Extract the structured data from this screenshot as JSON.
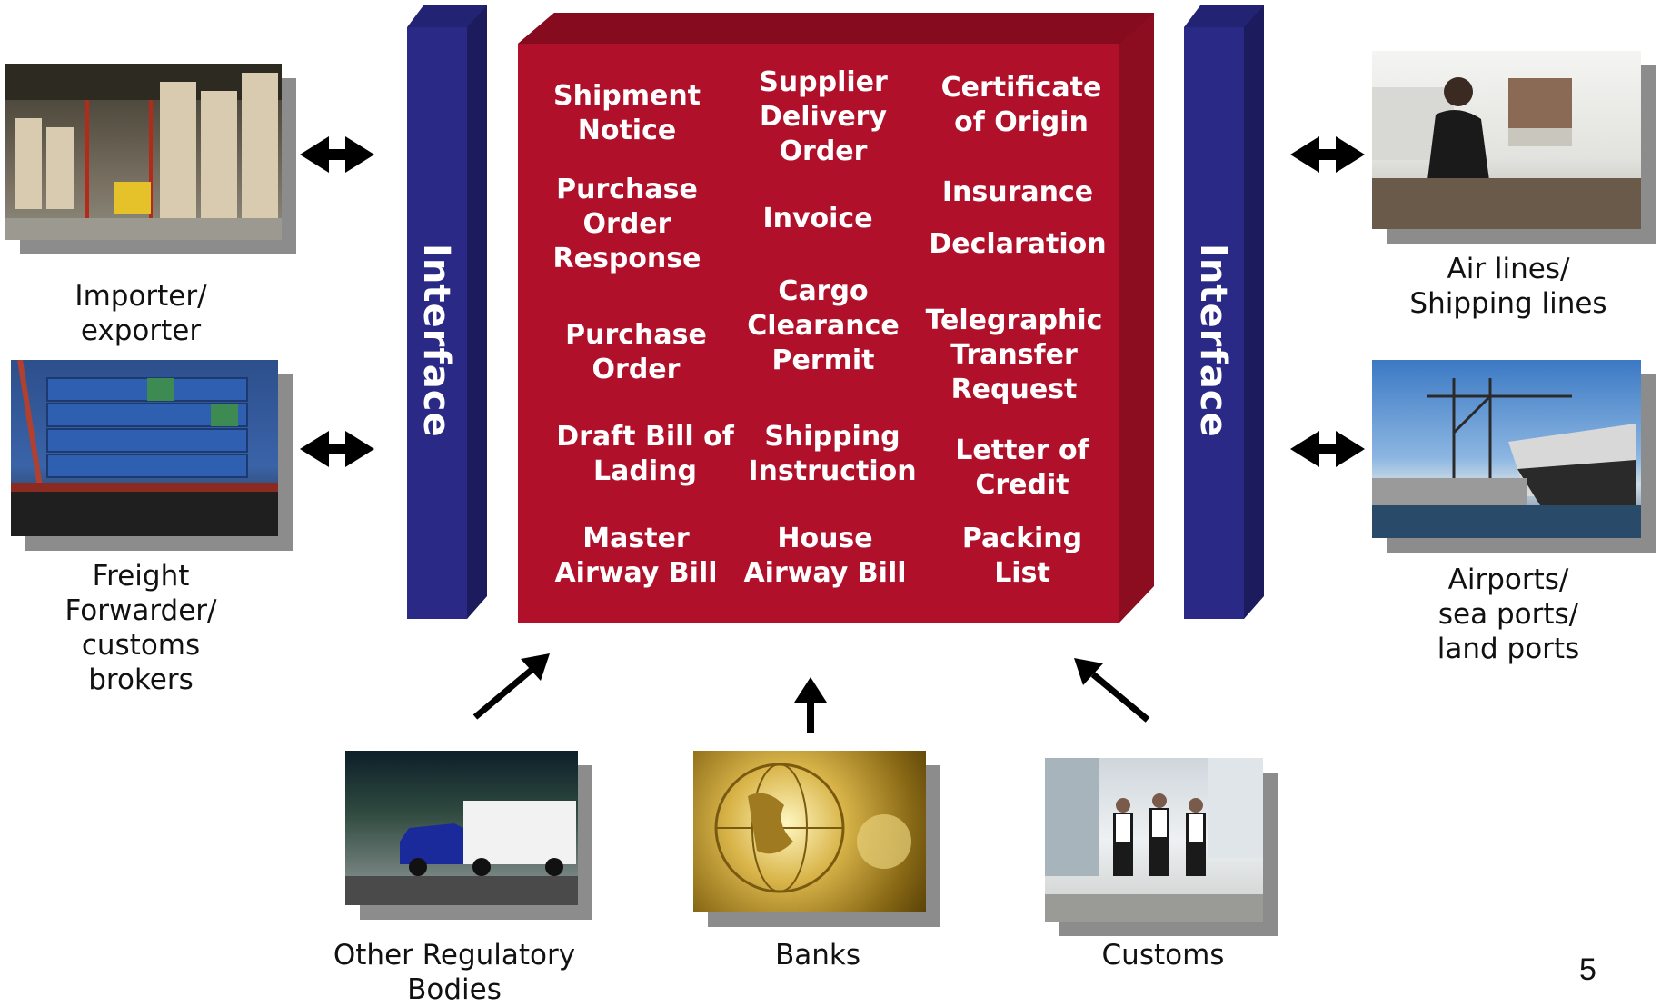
{
  "interface_label": "Interface",
  "documents": [
    "Shipment\nNotice",
    "Supplier\nDelivery\nOrder",
    "Certificate\nof Origin",
    "Purchase\nOrder\nResponse",
    "Invoice",
    "Insurance",
    "Declaration",
    "Cargo\nClearance\nPermit",
    "Purchase\nOrder",
    "Telegraphic\nTransfer\nRequest",
    "Draft Bill of\nLading",
    "Shipping\nInstruction",
    "Letter of\nCredit",
    "Master\nAirway Bill",
    "House\nAirway Bill",
    "Packing\nList"
  ],
  "parties": {
    "importer": "Importer/\nexporter",
    "freight": "Freight\nForwarder/\ncustoms\nbrokers",
    "airlines": "Air lines/\nShipping lines",
    "ports": "Airports/\nsea  ports/\nland ports",
    "regulatory": "Other Regulatory\nBodies",
    "banks": "Banks",
    "customs": "Customs"
  },
  "page_number": "5",
  "colors": {
    "hub_front": "#b0102a",
    "hub_top": "#7e0a1c",
    "hub_side": "#8c0c20",
    "interface_front": "#2a2a86",
    "interface_side": "#1b1b5e"
  }
}
